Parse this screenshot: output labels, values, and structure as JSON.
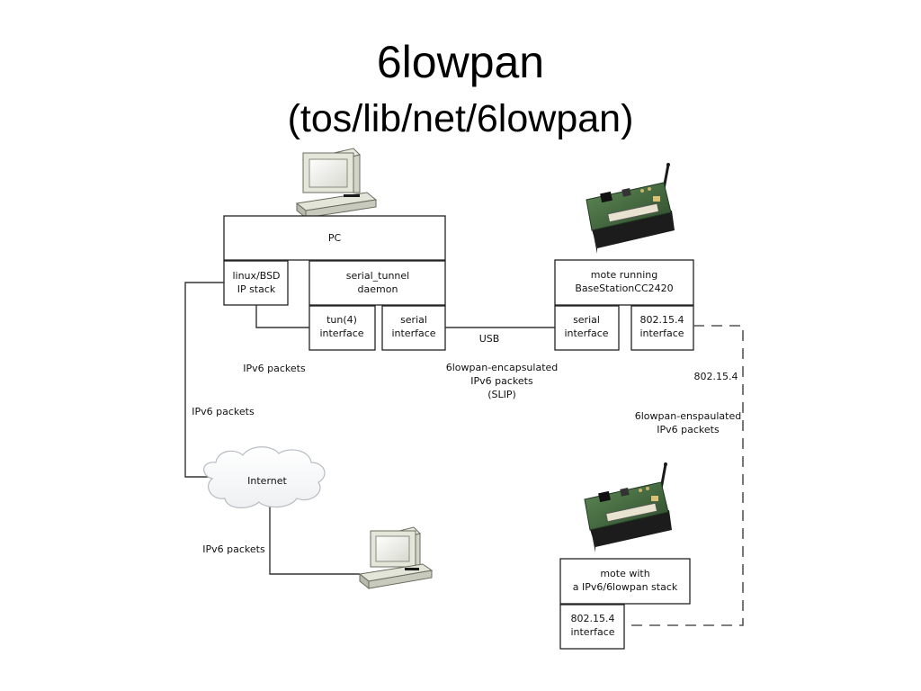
{
  "title": "6lowpan",
  "subtitle": "(tos/lib/net/6lowpan)",
  "boxes": {
    "pc": "PC",
    "ip_stack": [
      "linux/BSD",
      "IP stack"
    ],
    "serial_tunnel": [
      "serial_tunnel",
      "daemon"
    ],
    "tun": [
      "tun(4)",
      "interface"
    ],
    "pc_serial": [
      "serial",
      "interface"
    ],
    "basestation": [
      "mote running",
      "BaseStationCC2420"
    ],
    "bs_serial": [
      "serial",
      "interface"
    ],
    "bs_radio": [
      "802.15.4",
      "interface"
    ],
    "mote": [
      "mote with",
      "a IPv6/6lowpan stack"
    ],
    "mote_radio": [
      "802.15.4",
      "interface"
    ]
  },
  "edges": {
    "usb": "USB",
    "ipv6_tun": "IPv6 packets",
    "ipv6_internet": "IPv6 packets",
    "ipv6_remote": "IPv6 packets",
    "slip": [
      "6lowpan-encapsulated",
      "IPv6 packets",
      "(SLIP)"
    ],
    "radio": "802.15.4",
    "radio_payload": [
      "6lowpan-enspaulated",
      "IPv6 packets"
    ]
  },
  "cloud": "Internet",
  "icons": [
    "desktop-computer-icon",
    "desktop-computer-icon",
    "sensor-mote-icon",
    "sensor-mote-icon"
  ]
}
